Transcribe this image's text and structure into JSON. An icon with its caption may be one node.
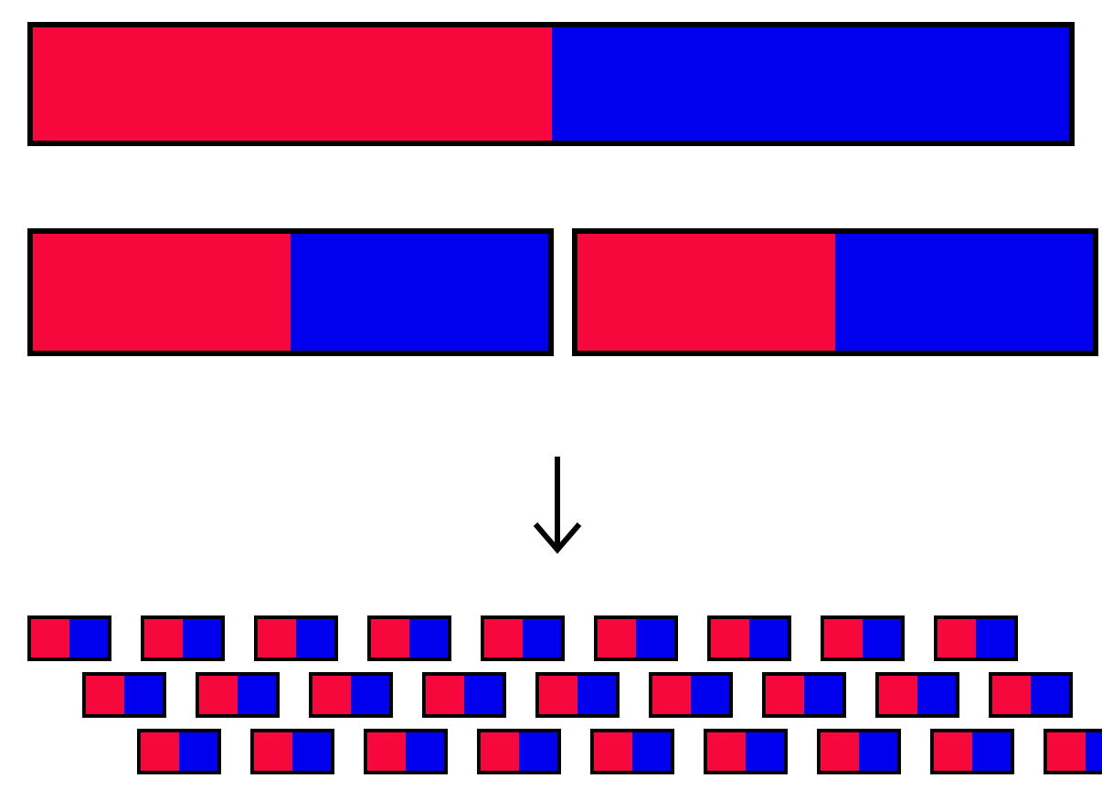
{
  "diagram": {
    "nodes": [
      {
        "text": [],
        "shape": "bar"
      },
      {
        "text": [],
        "shape": "bar"
      },
      {
        "text": [],
        "shape": "bar"
      },
      {
        "text": [],
        "shape": "bar"
      },
      {
        "text": [],
        "shape": "bar"
      },
      {
        "text": [],
        "shape": "bar"
      },
      {
        "text": [],
        "shape": "bar"
      },
      {
        "text": [],
        "shape": "bar"
      },
      {
        "text": [],
        "shape": "bar"
      },
      {
        "text": [],
        "shape": "bar"
      },
      {
        "text": [],
        "shape": "bar"
      },
      {
        "text": [],
        "shape": "bar"
      },
      {
        "text": [],
        "shape": "bar"
      },
      {
        "text": [],
        "shape": "bar"
      },
      {
        "text": [],
        "shape": "bar"
      },
      {
        "text": [],
        "shape": "bar"
      },
      {
        "text": [],
        "shape": "bar"
      },
      {
        "text": [],
        "shape": "bar"
      },
      {
        "text": [],
        "shape": "bar"
      },
      {
        "text": [],
        "shape": "bar"
      },
      {
        "text": [],
        "shape": "bar"
      },
      {
        "text": [],
        "shape": "bar"
      },
      {
        "text": [],
        "shape": "bar"
      },
      {
        "text": [],
        "shape": "bar"
      },
      {
        "text": [],
        "shape": "bar"
      },
      {
        "text": [],
        "shape": "bar"
      },
      {
        "text": [],
        "shape": "bar"
      },
      {
        "text": [],
        "shape": "bar"
      },
      {
        "text": [],
        "shape": "bar"
      },
      {
        "text": [],
        "shape": "bar"
      }
    ]
  }
}
